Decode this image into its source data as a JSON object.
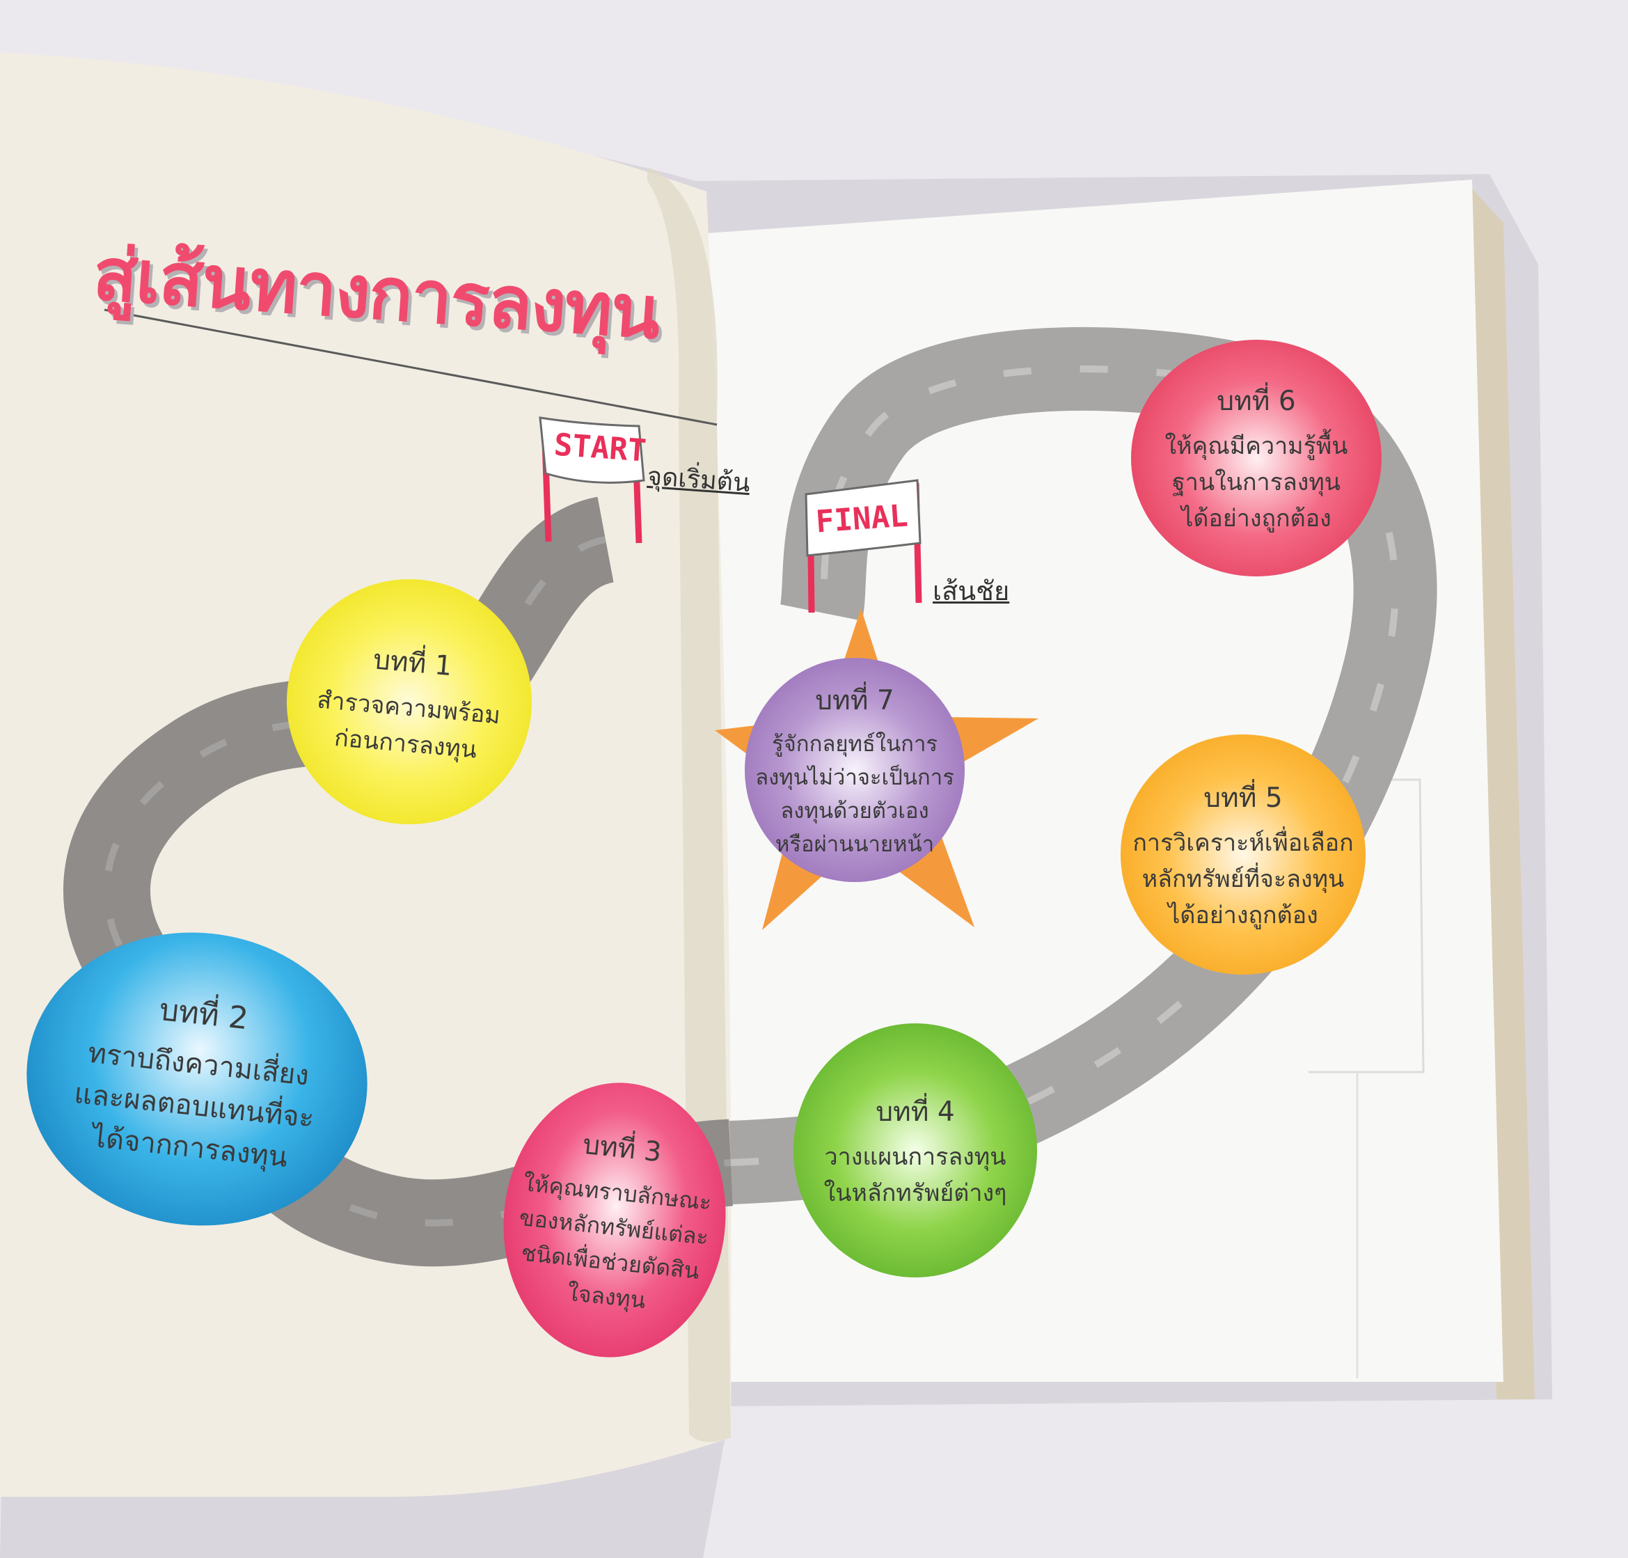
{
  "title": "สู่เส้นทางการลงทุน",
  "start_flag": {
    "label": "START",
    "caption": "จุดเริ่มต้น"
  },
  "final_flag": {
    "label": "FINAL",
    "caption": "เส้นชัย"
  },
  "chapters": [
    {
      "num": "บทที่ 1",
      "lines": [
        "สำรวจความพร้อม",
        "ก่อนการลงทุน"
      ],
      "color": "#f3e91c"
    },
    {
      "num": "บทที่ 2",
      "lines": [
        "ทราบถึงความเสี่ยง",
        "และผลตอบแทนที่จะ",
        "ได้จากการลงทุน"
      ],
      "color": "#1f8fcf"
    },
    {
      "num": "บทที่ 3",
      "lines": [
        "ให้คุณทราบลักษณะ",
        "ของหลักทรัพย์แต่ละ",
        "ชนิดเพื่อช่วยตัดสิน",
        "ใจลงทุน"
      ],
      "color": "#ee3f73"
    },
    {
      "num": "บทที่ 4",
      "lines": [
        "วางแผนการลงทุน",
        "ในหลักทรัพย์ต่างๆ"
      ],
      "color": "#6fc031"
    },
    {
      "num": "บทที่ 5",
      "lines": [
        "การวิเคราะห์เพื่อเลือก",
        "หลักทรัพย์ที่จะลงทุน",
        "ได้อย่างถูกต้อง"
      ],
      "color": "#f8ad24"
    },
    {
      "num": "บทที่ 6",
      "lines": [
        "ให้คุณมีความรู้พื้น",
        "ฐานในการลงทุน",
        "ได้อย่างถูกต้อง"
      ],
      "color": "#e8405f"
    },
    {
      "num": "บทที่ 7",
      "lines": [
        "รู้จักกลยุทธ์ในการ",
        "ลงทุนไม่ว่าจะเป็นการ",
        "ลงทุนด้วยตัวเอง",
        "หรือผ่านนายหน้า"
      ],
      "color": "#a47cc2"
    }
  ]
}
